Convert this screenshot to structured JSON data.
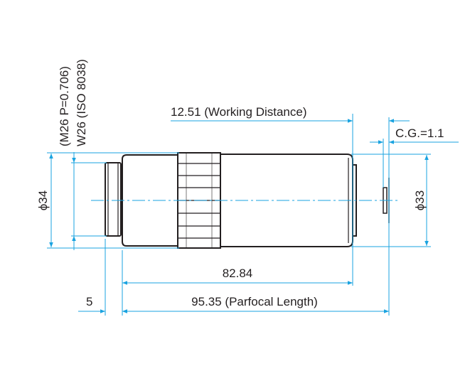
{
  "diagram": {
    "line_color": "#1aa3e0",
    "outline_color": "#231f20",
    "labels": {
      "thread_line1": "(M26 P=0.706)",
      "thread_line2": "W26 (ISO 8038)",
      "working_distance": "12.51 (Working Distance)",
      "cover_glass": "C.G.=1.1",
      "diameter_left": "ϕ34",
      "diameter_right": "ϕ33",
      "length_body": "82.84",
      "flange_offset": "5",
      "parfocal_length": "95.35 (Parfocal Length)"
    }
  }
}
